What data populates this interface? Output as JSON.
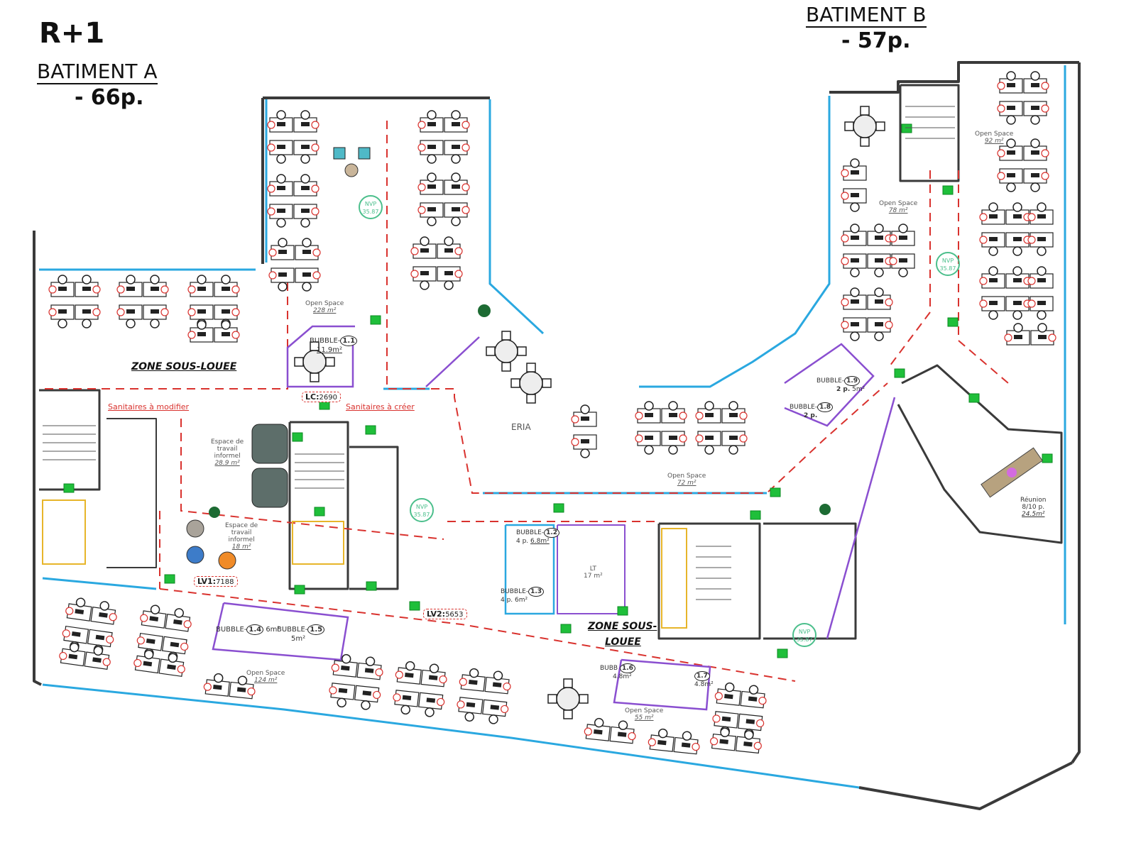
{
  "header": {
    "level": "R+1",
    "building_a": {
      "name": "BATIMENT A",
      "capacity": "- 66p."
    },
    "building_b": {
      "name": "BATIMENT B",
      "capacity": "- 57p."
    }
  },
  "zones": {
    "zone_a": "ZONE SOUS-LOUEE",
    "zone_b_line1": "ZONE SOUS-",
    "zone_b_line2": "LOUEE"
  },
  "rooms": {
    "os_228": {
      "name": "Open Space",
      "area": "228 m²"
    },
    "os_92": {
      "name": "Open Space",
      "area": "92 m²"
    },
    "os_78": {
      "name": "Open Space",
      "area": "78 m²"
    },
    "os_72": {
      "name": "Open Space",
      "area": "72 m²"
    },
    "os_124": {
      "name": "Open Space",
      "area": "124 m²"
    },
    "os_55": {
      "name": "Open Space",
      "area": "55 m²"
    },
    "reunion": {
      "name": "Réunion",
      "capacity": "8/10 p.",
      "area": "24.5m²"
    },
    "lt": {
      "name": "LT",
      "area": "17 m²"
    },
    "informel_1": {
      "name1": "Espace de",
      "name2": "travail",
      "name3": "informel",
      "area": "28.9 m²"
    },
    "informel_2": {
      "name1": "Espace de",
      "name2": "travail",
      "name3": "informel",
      "area": "18 m²"
    },
    "cafeteria_partial": "ERIA"
  },
  "bubbles": [
    {
      "label": "BUBBLE",
      "num": "1.1",
      "area": "11.9m²"
    },
    {
      "label": "BUBBLE",
      "num": "1.2",
      "capacity": "4 p.",
      "area": "6.8m²"
    },
    {
      "label": "BUBBLE",
      "num": "1.3",
      "capacity": "4 p.",
      "area": "6m²"
    },
    {
      "label": "BUBBLE",
      "num": "1.4",
      "area": "6m²"
    },
    {
      "label": "BUBBLE",
      "num": "1.5",
      "area": "5m²"
    },
    {
      "label": "BUBB",
      "num": "1.6",
      "area": "4.8m²"
    },
    {
      "label": "",
      "num": "1.7",
      "area": "4.8m²"
    },
    {
      "label": "BUBBLE",
      "num": "1.8",
      "capacity": "2 p."
    },
    {
      "label": "BUBBLE",
      "num": "1.9",
      "capacity": "2 p.",
      "area": "5m²"
    }
  ],
  "notes": {
    "sanitaires_modifier": "Sanitaires à modifier",
    "sanitaires_creer": "Sanitaires à créer"
  },
  "tags": {
    "lc": {
      "key": "LC:",
      "value": "2690"
    },
    "lv1": {
      "key": "LV1:",
      "value": "7188"
    },
    "lv2": {
      "key": "LV2:",
      "value": "5653"
    }
  },
  "nvp": {
    "label": "NVP",
    "value": "35.87"
  },
  "colors": {
    "wall": "#3a3a3a",
    "glazing": "#2aa8e0",
    "circulation": "#d9322e",
    "bubble": "#8a4fd0",
    "exit": "#1fbf3a",
    "nvp": "#4cbf8c"
  }
}
